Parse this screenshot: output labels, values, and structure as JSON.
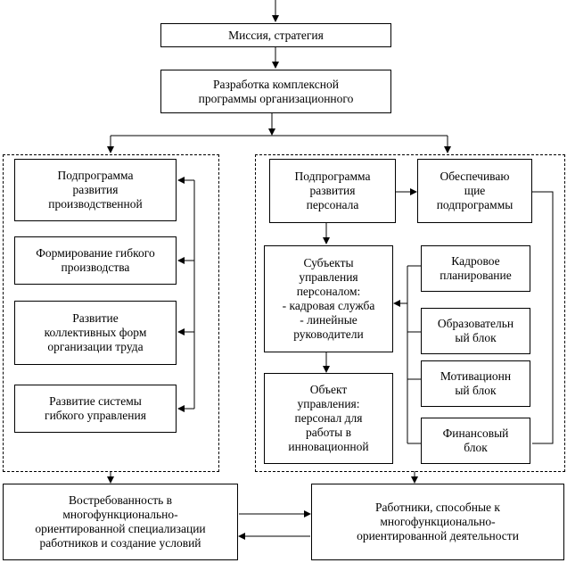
{
  "top": {
    "mission": "Миссия, стратегия",
    "program": "Разработка комплексной\nпрограммы организационного"
  },
  "left_group": {
    "items": [
      "Подпрограмма\nразвития\nпроизводственной",
      "Формирование гибкого\nпроизводства",
      "Развитие\nколлективных форм\nорганизации труда",
      "Развитие системы\nгибкого управления"
    ]
  },
  "right_group": {
    "personnel_program": "Подпрограмма\nразвития\nперсонала",
    "supporting_programs": "Обеспечиваю\nщие\nподпрограммы",
    "subjects": "Субъекты\nуправления\nперсоналом:\n- кадровая служба\n- линейные\nруководители",
    "object": "Объект\nуправления:\nперсонал для\nработы в\nинновационной",
    "blocks": [
      "Кадровое\nпланирование",
      "Образовательн\nый блок",
      "Мотивационн\nый блок",
      "Финансовый\nблок"
    ]
  },
  "bottom": {
    "demand": "Востребованность в\nмногофункционально-\nориентированной специализации\nработников и создание условий",
    "workers": "Работники, способные к\nмногофункционально-\nориентированной деятельности"
  }
}
